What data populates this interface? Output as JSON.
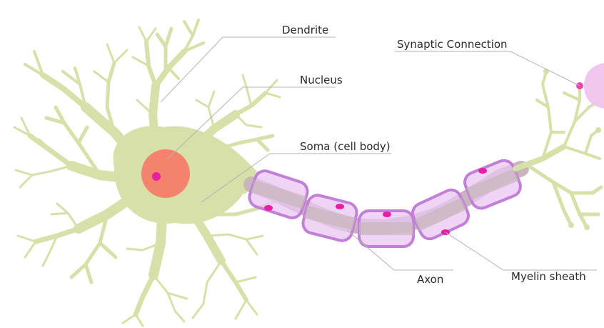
{
  "diagram": {
    "labels": {
      "dendrite": "Dendrite",
      "nucleus": "Nucleus",
      "soma": "Soma (cell body)",
      "synaptic": "Synaptic Connection",
      "axon": "Axon",
      "myelin": "Myelin sheath"
    },
    "colors": {
      "cell_body": "#d6e0a8",
      "nucleus": "#f4836e",
      "nucleolus": "#e81ea4",
      "myelin_fill": "#ebc6f2",
      "myelin_border": "#c27fd8",
      "axon_core": "#c8b6bc",
      "synapse": "#f0c6ef",
      "leader_line": "#b3b3b3"
    }
  }
}
